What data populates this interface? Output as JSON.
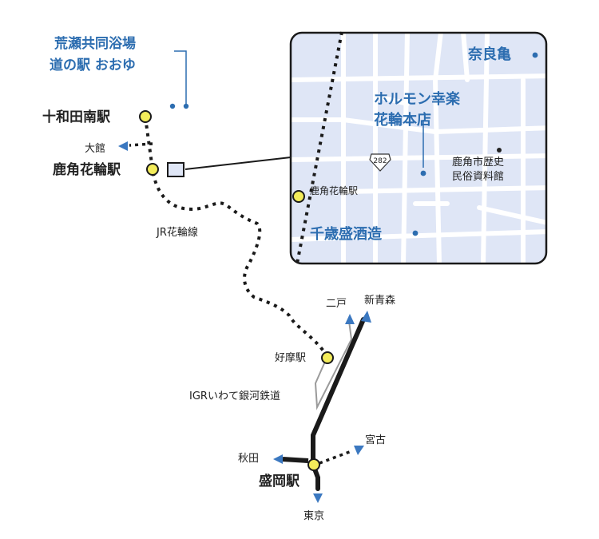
{
  "colors": {
    "blue": "#2c6db0",
    "inset_bg": "#dfe6f6",
    "station_fill": "#f3ec5a",
    "arrow_blue": "#3b78c0",
    "line_dark": "#1a1a1a",
    "igr_gray": "#9a9a9a"
  },
  "labels": {
    "arase_spa": "荒瀬共同浴場",
    "michinoeki": "道の駅 おおゆ",
    "towadaminami": "十和田南駅",
    "odate": "大館",
    "kazuno_hanawa": "鹿角花輪駅",
    "hanawa_line": "JR花輪線",
    "nohe": "二戸",
    "shin_aomori": "新青森",
    "koma": "好摩駅",
    "igr": "IGRいわて銀河鉄道",
    "miyako": "宮古",
    "akita": "秋田",
    "morioka": "盛岡駅",
    "tokyo": "東京"
  },
  "inset": {
    "naragame": "奈良亀",
    "horumon_1": "ホルモン幸楽",
    "horumon_2": "花輪本店",
    "museum_1": "鹿角市歴史",
    "museum_2": "民俗資料館",
    "route_number": "282",
    "hanawa_station": "鹿角花輪駅",
    "chitose": "千歳盛酒造"
  }
}
